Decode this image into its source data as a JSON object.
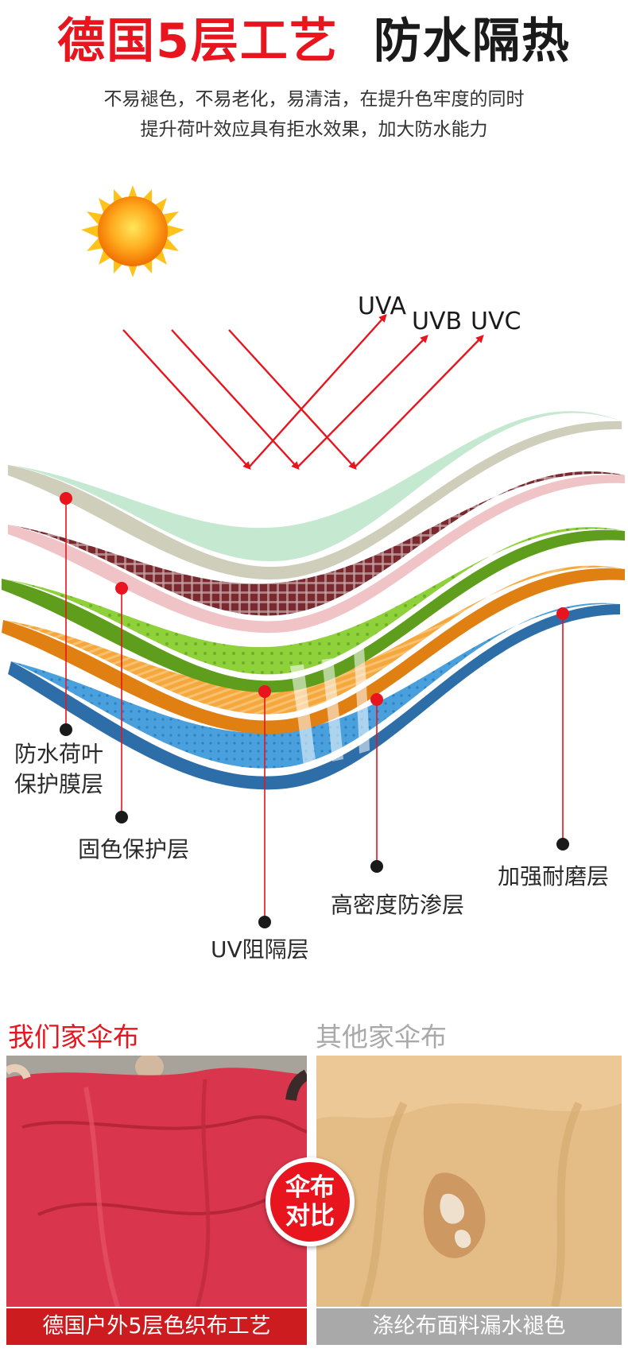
{
  "header": {
    "title_red": "德国5层工艺",
    "title_black": "防水隔热",
    "desc_line1": "不易褪色，不易老化，易清洁，在提升色牢度的同时",
    "desc_line2": "提升荷叶效应具有拒水效果，加大防水能力"
  },
  "rays": [
    "UVA",
    "UVB",
    "UVC"
  ],
  "layers": {
    "lotus_line1": "防水荷叶",
    "lotus_line2": "保护膜层",
    "color_protect": "固色保护层",
    "uv_block": "UV阻隔层",
    "anti_seep": "高密度防渗层",
    "wear": "加强耐磨层"
  },
  "comparison": {
    "ours_title": "我们家伞布",
    "others_title": "其他家伞布",
    "badge_line1": "伞布",
    "badge_line2": "对比",
    "ours_caption": "德国户外5层色织布工艺",
    "others_caption": "涤纶布面料漏水褪色"
  },
  "colors": {
    "accent_red": "#e8141e",
    "dark_red": "#cc1c20",
    "gray_title": "#a9a9a9",
    "gray_bar": "#a9a9a9"
  }
}
